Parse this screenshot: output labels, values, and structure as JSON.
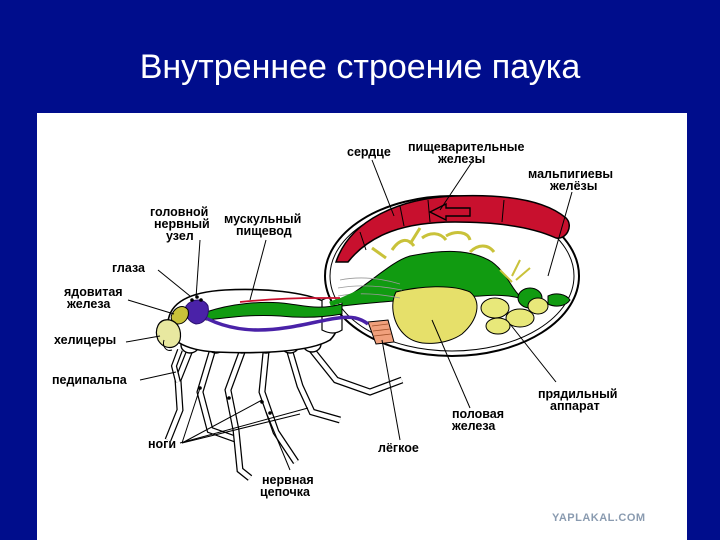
{
  "slide": {
    "title": "Внутреннее строение паука"
  },
  "labels": {
    "serdce": "сердце",
    "pishch_1": "пищеварительные",
    "pishch_2": "железы",
    "malp_1": "мальпигиевы",
    "malp_2": "желёзы",
    "golov_1": "головной",
    "golov_2": "нервный",
    "golov_3": "узел",
    "musk_1": "мускульный",
    "musk_2": "пищевод",
    "glaza": "глаза",
    "yad_1": "ядовитая",
    "yad_2": "железа",
    "helicery": "хелицеры",
    "pedipalpa": "педипальпа",
    "nogi": "ноги",
    "nerv_1": "нервная",
    "nerv_2": "цепочка",
    "legkoe": "лёгкое",
    "polov_1": "половая",
    "polov_2": "железа",
    "pryad_1": "прядильный",
    "pryad_2": "аппарат"
  },
  "watermark": "YAPLAKAL.COM",
  "colors": {
    "background": "#000d8c",
    "heart": "#c8102e",
    "gut": "#119b11",
    "digestive_glands": "#e6e06a",
    "nerve": "#4a22a8",
    "silk_glands": "#e8e87a",
    "lung": "#f0a07c"
  }
}
